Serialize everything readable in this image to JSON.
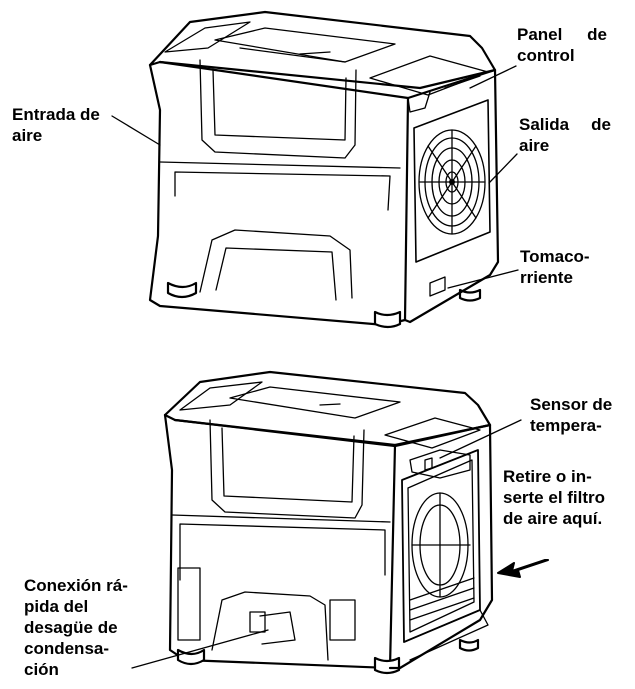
{
  "labels": {
    "entrada_aire": [
      "Entrada de",
      "aire"
    ],
    "panel_control": [
      "Panel de",
      "control"
    ],
    "salida_aire": [
      "Salida de",
      "aire"
    ],
    "tomacorriente": [
      "Tomaco-",
      "rriente"
    ],
    "sensor_temp": [
      "Sensor de",
      "tempera-"
    ],
    "filtro": [
      "Retire o in-",
      "serte el filtro",
      "de aire aquí."
    ],
    "desague": [
      "Conexión rá-",
      "pida del",
      "desagüe de",
      "condensa-",
      "ción"
    ]
  }
}
